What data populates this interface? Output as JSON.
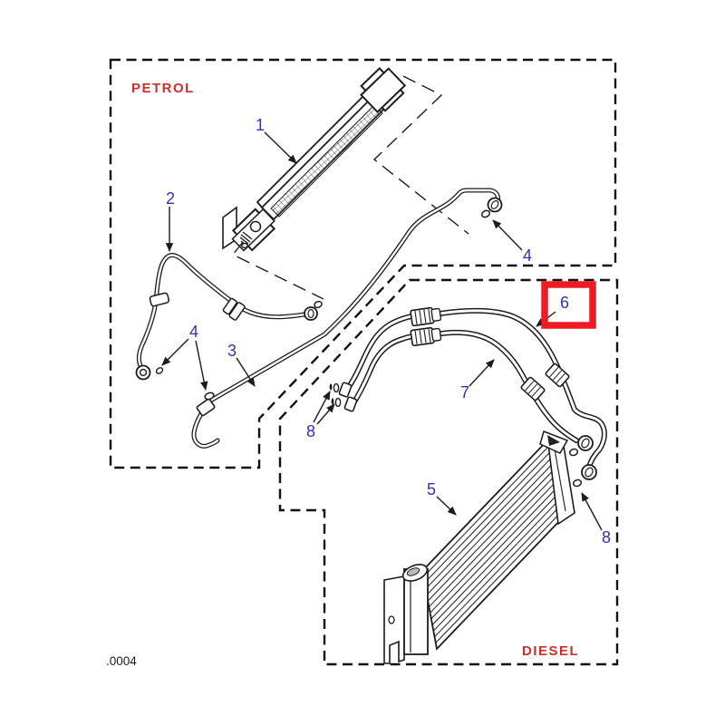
{
  "regions": {
    "petrol": {
      "label": "PETROL"
    },
    "diesel": {
      "label": "DIESEL"
    }
  },
  "footer_code": ".0004",
  "callouts": {
    "c1": {
      "part": "1",
      "points_to": "petrol-oil-cooler"
    },
    "c2": {
      "part": "2",
      "points_to": "petrol-hose"
    },
    "c3": {
      "part": "3",
      "points_to": "petrol-pipe"
    },
    "c4_left": {
      "part": "4",
      "points_to": "sealing-washers-lower"
    },
    "c4_top": {
      "part": "4",
      "points_to": "sealing-washer-pipe-end"
    },
    "c5": {
      "part": "5",
      "points_to": "diesel-oil-cooler"
    },
    "c6": {
      "part": "6",
      "points_to": "diesel-hose-outer"
    },
    "c7": {
      "part": "7",
      "points_to": "diesel-hose-inner"
    },
    "c8_left": {
      "part": "8",
      "points_to": "diesel-pipe-seals-left"
    },
    "c8_right": {
      "part": "8",
      "points_to": "diesel-cooler-seals-right"
    }
  },
  "highlight": {
    "part": "6",
    "color": "#ed1c24"
  },
  "colors": {
    "callout": "#3232b0",
    "region_label": "#cc2d2d",
    "linework": "#1c1c1c",
    "highlight": "#ed1c24",
    "background": "#ffffff"
  }
}
